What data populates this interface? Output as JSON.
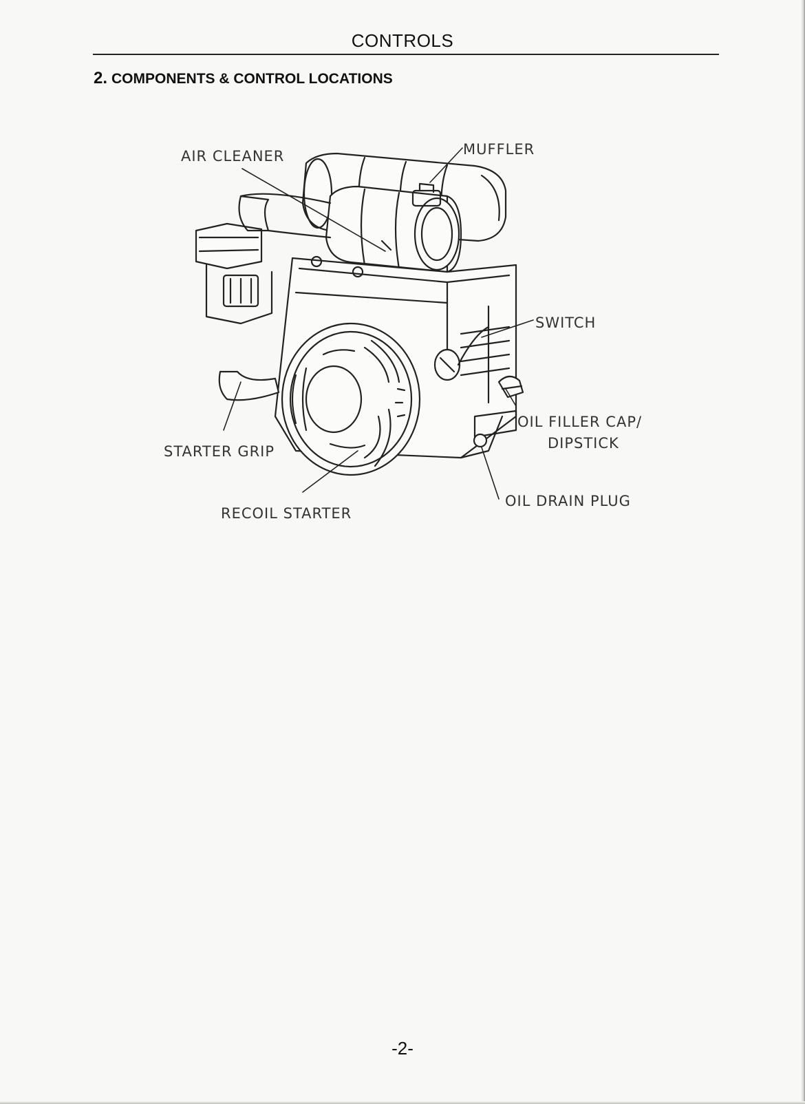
{
  "header": {
    "title": "CONTROLS"
  },
  "section": {
    "number": "2.",
    "title": "COMPONENTS & CONTROL LOCATIONS"
  },
  "figure": {
    "callouts": {
      "air_cleaner": "AIR CLEANER",
      "muffler": "MUFFLER",
      "switch": "SWITCH",
      "oil_filler_line1": "OIL FILLER CAP/",
      "oil_filler_line2": "DIPSTICK",
      "starter_grip": "STARTER GRIP",
      "recoil_starter": "RECOIL STARTER",
      "oil_drain_plug": "OIL DRAIN PLUG"
    }
  },
  "footer": {
    "page_number": "-2-"
  }
}
